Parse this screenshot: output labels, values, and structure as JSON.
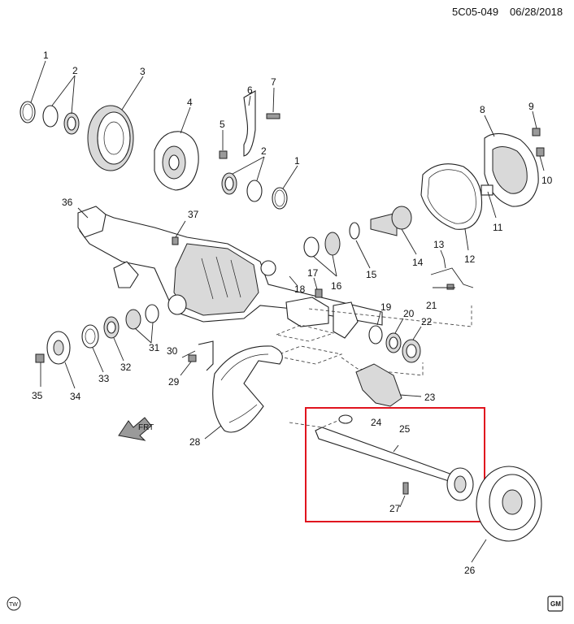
{
  "header": {
    "code": "5C05-049",
    "date": "06/28/2018"
  },
  "callouts": [
    "1",
    "2",
    "3",
    "4",
    "5",
    "6",
    "7",
    "2",
    "1",
    "8",
    "9",
    "10",
    "11",
    "12",
    "13",
    "14",
    "15",
    "16",
    "17",
    "18",
    "19",
    "20",
    "21",
    "22",
    "23",
    "24",
    "25",
    "26",
    "27",
    "28",
    "29",
    "30",
    "31",
    "32",
    "33",
    "34",
    "35",
    "36",
    "37"
  ],
  "direction_label": "FRT",
  "tw_badge": "TW",
  "gm_logo": "GM",
  "highlight_color": "#e0141e"
}
